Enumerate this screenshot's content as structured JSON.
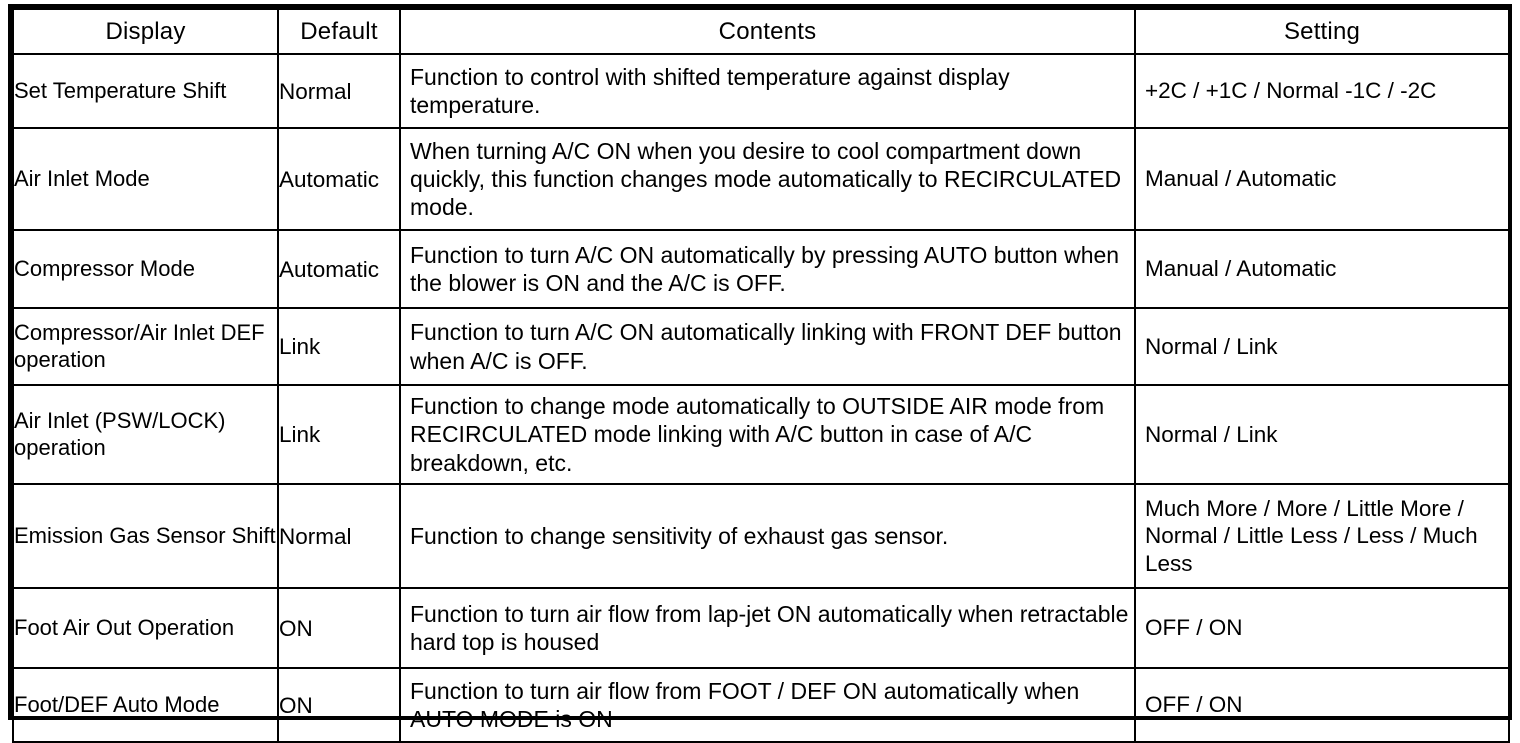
{
  "table": {
    "columns": [
      {
        "key": "display",
        "label": "Display"
      },
      {
        "key": "default",
        "label": "Default"
      },
      {
        "key": "contents",
        "label": "Contents"
      },
      {
        "key": "setting",
        "label": "Setting"
      }
    ],
    "rows": [
      {
        "display": "Set Temperature Shift",
        "default": "Normal",
        "contents": "Function to control with shifted temperature against display temperature.",
        "setting": "+2C / +1C / Normal -1C / -2C"
      },
      {
        "display": "Air Inlet Mode",
        "default": "Automatic",
        "contents": "When turning A/C ON when you desire to cool compartment down quickly, this function changes mode automatically to RECIRCULATED mode.",
        "setting": "Manual / Automatic"
      },
      {
        "display": "Compressor Mode",
        "default": "Automatic",
        "contents": "Function to turn A/C ON automatically by pressing AUTO button when the blower is ON and the A/C is OFF.",
        "setting": "Manual / Automatic"
      },
      {
        "display": "Compressor/Air Inlet DEF operation",
        "default": "Link",
        "contents": "Function to turn A/C ON automatically linking with FRONT DEF button when A/C is OFF.",
        "setting": "Normal / Link"
      },
      {
        "display": "Air Inlet (PSW/LOCK) operation",
        "default": "Link",
        "contents": "Function to change mode automatically to OUTSIDE AIR mode from RECIRCULATED mode linking with A/C button in case of A/C breakdown, etc.",
        "setting": "Normal / Link"
      },
      {
        "display": "Emission Gas Sensor Shift",
        "default": "Normal",
        "contents": "Function to change sensitivity of exhaust gas sensor.",
        "setting": "Much More / More / Little More / Normal / Little Less / Less / Much Less"
      },
      {
        "display": "Foot Air Out Operation",
        "default": "ON",
        "contents": "Function to turn air flow from lap-jet ON automatically when retractable hard top is housed",
        "setting": "OFF / ON"
      },
      {
        "display": "Foot/DEF Auto Mode",
        "default": "ON",
        "contents": "Function to turn air flow from FOOT / DEF ON automatically when AUTO MODE is ON",
        "setting": "OFF / ON"
      }
    ]
  },
  "colors": {
    "border": "#000000",
    "text": "#000000",
    "background": "#ffffff"
  }
}
